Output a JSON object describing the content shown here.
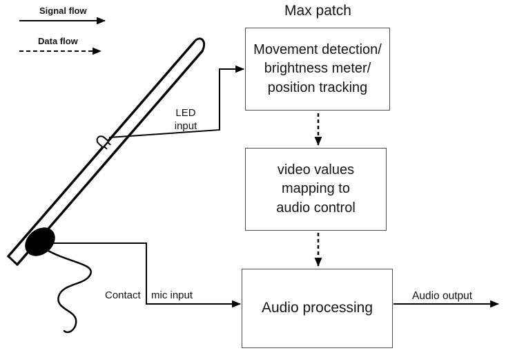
{
  "title": "Max patch",
  "legend": {
    "signal_label": "Signal flow",
    "data_label": "Data flow"
  },
  "boxes": {
    "movement": {
      "lines": [
        "Movement",
        "detection/",
        "brightness meter/",
        "position tracking"
      ]
    },
    "mapping": {
      "lines": [
        "video values",
        "mapping to",
        "audio control"
      ]
    },
    "audio": {
      "lines": [
        "Audio processing"
      ]
    }
  },
  "labels": {
    "led_line1": "LED",
    "led_line2": "input",
    "contact": "Contact",
    "mic_input": "mic input",
    "audio_output": "Audio output"
  },
  "colors": {
    "ink": "#000000",
    "box_border": "#4d4d4d"
  }
}
